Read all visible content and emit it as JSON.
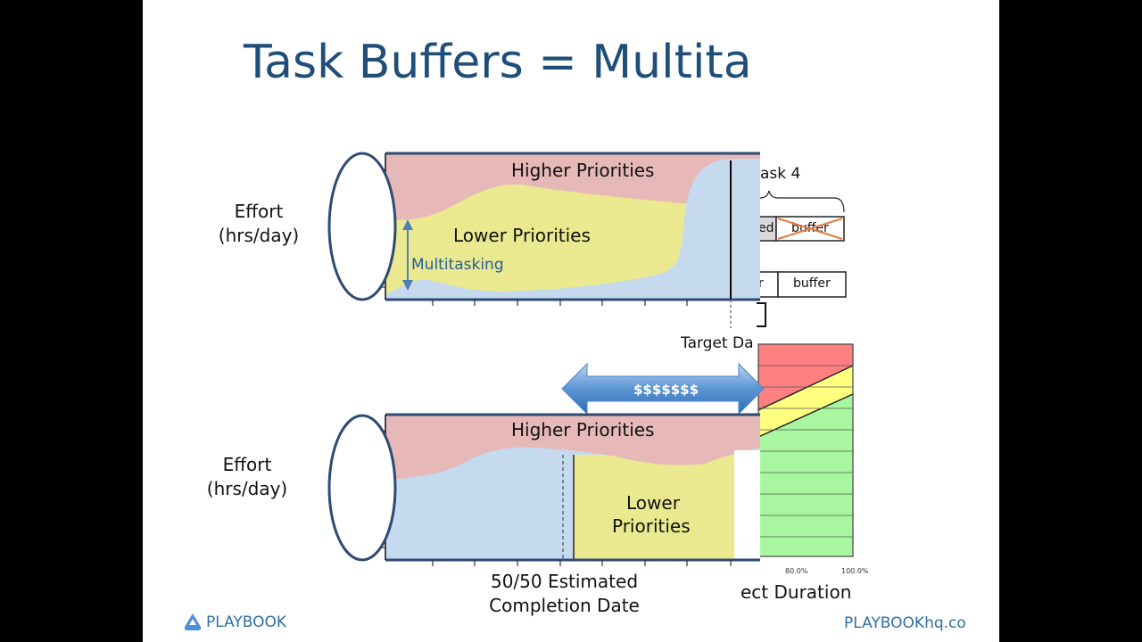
{
  "slide": {
    "title": "Task Buffers = Multita",
    "top_chart": {
      "y_label_line1": "Effort",
      "y_label_line2": "(hrs/day)",
      "region_higher": "Higher Priorities",
      "region_lower": "Lower Priorities",
      "annotation": "Multitasking",
      "target_label": "Target Da"
    },
    "bottom_chart": {
      "y_label_line1": "Effort",
      "y_label_line2": "(hrs/day)",
      "region_higher": "Higher Priorities",
      "region_lower_line1": "Lower",
      "region_lower_line2": "Priorities",
      "x_label_line1": "50/50 Estimated",
      "x_label_line2": "Completion Date"
    },
    "cost_arrow_label": "$$$$$$$",
    "task_panel": {
      "task_label": "ask 4",
      "row1_cell1": "ed",
      "row1_cell2": "buffer",
      "row2_cell1": "r",
      "row2_cell2": "buffer"
    },
    "duration_chart": {
      "tick_1": "80.0%",
      "tick_2": "100.0%",
      "caption": "ect Duration"
    },
    "footer": {
      "brand": "PLAYBOOK",
      "url": "PLAYBOOKhq.co"
    },
    "colors": {
      "title": "#1f4e79",
      "higher": "#e6b9b8",
      "lower": "#ebe98f",
      "blue_fill": "#c5d9ef",
      "cylinder": "#2e4b73",
      "arrow": "#4a86c8",
      "red_zone": "#ff8080",
      "yellow_zone": "#ffff80",
      "green_zone": "#a8f7a0"
    },
    "icons": [
      "playbook-logo-icon",
      "double-arrow-icon",
      "curly-brace-icon",
      "multitasking-arrow-icon"
    ]
  }
}
